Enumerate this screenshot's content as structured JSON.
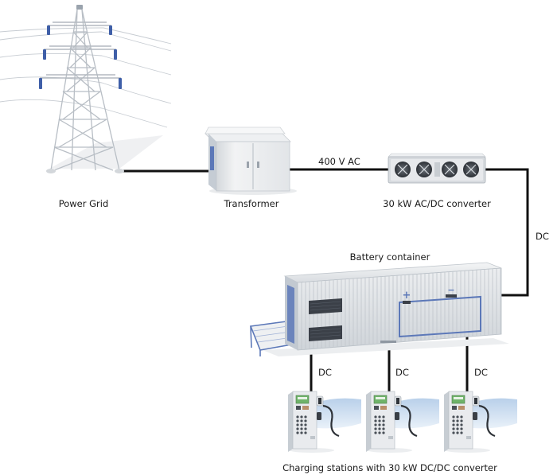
{
  "labels": {
    "power_grid": "Power Grid",
    "transformer": "Transformer",
    "ac_link": "400 V AC",
    "converter": "30 kW AC/DC converter",
    "dc_link_right": "DC",
    "battery_container": "Battery container",
    "dc_link_1": "DC",
    "dc_link_2": "DC",
    "dc_link_3": "DC",
    "charging_stations": "Charging stations with 30 kW DC/DC converter"
  },
  "battery_symbol": {
    "plus": "+",
    "minus": "−"
  },
  "colors": {
    "wire": "#111111",
    "tower_white": "#eef0f1",
    "tower_shadow": "#c9ced3",
    "insulator_blue": "#3f5fa8",
    "container_body": "#e3e6e9",
    "container_stripe": "#5c78b8",
    "vent_dark": "#3b4048",
    "converter_body": "#d7dbdf",
    "screen_green": "#6fb36a"
  },
  "icons": {
    "tower": "power-tower-icon",
    "transformer": "transformer-cabinet-icon",
    "converter": "converter-rack-icon",
    "battery": "battery-container-icon",
    "charger": "charging-station-icon"
  }
}
